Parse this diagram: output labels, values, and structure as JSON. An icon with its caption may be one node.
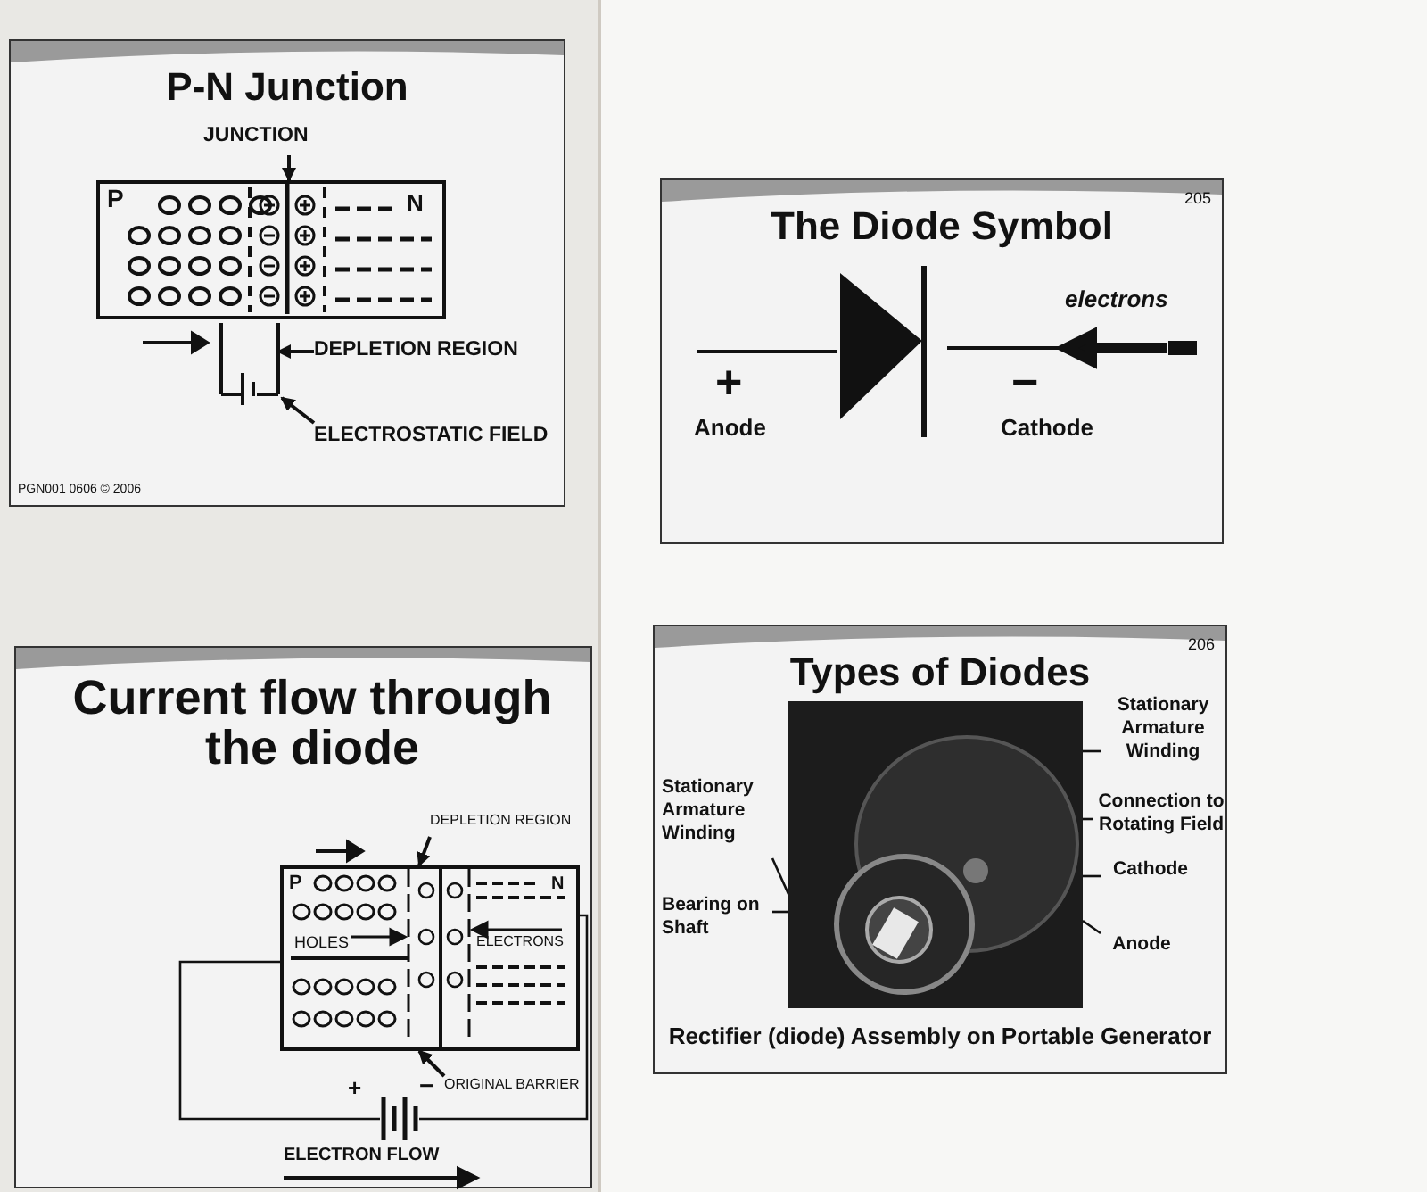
{
  "diagram": {
    "nodes": [
      {
        "text": [
          "P-N Junction"
        ]
      },
      {
        "text": [
          "JUNCTION"
        ],
        "in": 0
      },
      {
        "text": [
          "P",
          "N"
        ],
        "in": 0
      },
      {
        "text": [
          "DEPLETION REGION"
        ],
        "in": 0
      },
      {
        "text": [
          "ELECTROSTATIC FIELD"
        ],
        "in": 0
      },
      {
        "text": [
          "The Diode Symbol"
        ],
        "beside": [
          "205"
        ]
      },
      {
        "text": [],
        "shape": "triangle",
        "in": 5
      },
      {
        "text": [
          "Current flow through the diode"
        ]
      },
      {
        "text": [
          "P",
          "HOLES",
          "ELECTRONS",
          "N"
        ],
        "in": 7
      },
      {
        "text": [
          "DEPLETION REGION"
        ],
        "in": 7
      },
      {
        "text": [
          "ORIGINAL BARRIER"
        ],
        "in": 7
      },
      {
        "text": [
          "Types of Diodes",
          "Rectifier (diode) Assembly on Portable Generator"
        ],
        "beside": [
          "206"
        ]
      },
      {
        "text": [],
        "shape": "picture",
        "in": 11
      },
      {
        "text": [
          "Stationary Armature Winding"
        ],
        "in": 11
      },
      {
        "text": [
          "Connection to Rotating Field"
        ],
        "in": 11
      },
      {
        "text": [
          "Cathode"
        ],
        "in": 11
      },
      {
        "text": [
          "Anode"
        ],
        "in": 11
      },
      {
        "text": [
          "Stationary Armature Winding"
        ],
        "in": 11
      },
      {
        "text": [
          "Bearing on Shaft"
        ],
        "in": 11
      },
      {
        "text": [],
        "shape": "battery",
        "in": 7
      }
    ],
    "edges": [
      {
        "from": 1,
        "to": 2,
        "arrow": "to"
      },
      {
        "from": 3,
        "to": null,
        "arrow": "to"
      },
      {
        "from": 4,
        "to": null,
        "arrow": "to"
      },
      {
        "from": 9,
        "to": 8,
        "arrow": "to"
      },
      {
        "from": 10,
        "to": 8,
        "arrow": "to"
      },
      {
        "from": 13,
        "to": 12,
        "arrow": "none"
      },
      {
        "from": 14,
        "to": 12,
        "arrow": "none"
      },
      {
        "from": 15,
        "to": 12,
        "arrow": "none"
      },
      {
        "from": 16,
        "to": 12,
        "arrow": "none"
      },
      {
        "from": 17,
        "to": 12,
        "arrow": "none"
      },
      {
        "from": 18,
        "to": 12,
        "arrow": "none"
      },
      {
        "from": 8,
        "to": 19,
        "arrow": "none"
      },
      {
        "from": 19,
        "to": 8,
        "arrow": "none"
      }
    ],
    "labels": [
      "PGN001 0606 © 2006",
      "electrons",
      "+",
      "Anode",
      "−",
      "Cathode",
      "+",
      "−",
      "ELECTRON FLOW"
    ]
  }
}
